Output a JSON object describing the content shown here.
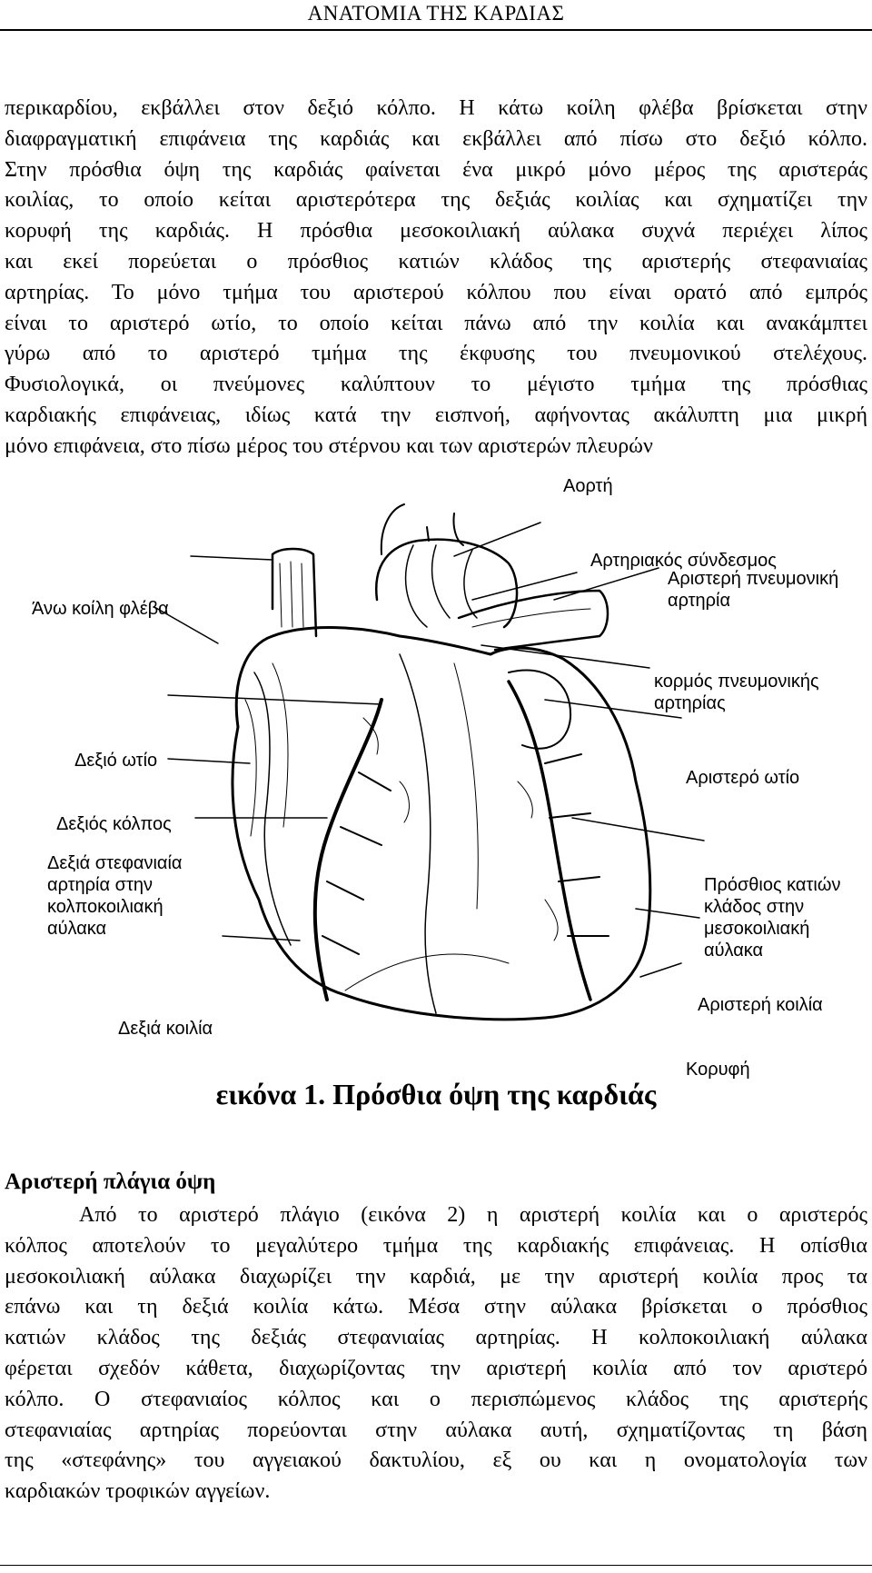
{
  "header": {
    "title": "ΑΝΑΤΟΜΙΑ ΤΗΣ ΚΑΡΔΙΑΣ"
  },
  "paragraph1": {
    "lines": [
      "περικαρδίου, εκβάλλει στον δεξιό κόλπο. Η κάτω κοίλη φλέβα βρίσκεται στην",
      "διαφραγματική επιφάνεια της καρδιάς και εκβάλλει από πίσω στο δεξιό κόλπο.",
      "Στην πρόσθια όψη της καρδιάς φαίνεται ένα μικρό μόνο μέρος της αριστεράς",
      "κοιλίας, το οποίο κείται αριστερότερα της δεξιάς κοιλίας και σχηματίζει την",
      "κορυφή της καρδιάς. Η πρόσθια μεσοκοιλιακή αύλακα συχνά περιέχει λίπος",
      "και εκεί πορεύεται ο πρόσθιος κατιών κλάδος της αριστερής στεφανιαίας",
      "αρτηρίας. Το μόνο τμήμα του αριστερού κόλπου που είναι ορατό από εμπρός",
      "είναι το αριστερό ωτίο, το οποίο κείται πάνω από την κοιλία και ανακάμπτει",
      "γύρω από το αριστερό τμήμα της έκφυσης του πνευμονικού στελέχους.",
      "Φυσιολογικά, οι πνεύμονες καλύπτουν το μέγιστο τμήμα της πρόσθιας",
      "καρδιακής επιφάνειας, ιδίως κατά την εισπνοή, αφήνοντας ακάλυπτη μια μικρή",
      "μόνο επιφάνεια, στο πίσω μέρος του στέρνου και των αριστερών πλευρών"
    ]
  },
  "figure": {
    "labels": {
      "aorta": "Αορτή",
      "ligamentum": "Αρτηριακός σύνδεσμος",
      "left_pulmonary_artery": "Αριστερή πνευμονική\nαρτηρία",
      "superior_vena_cava": "Άνω κοίλη φλέβα",
      "pulmonary_trunk": "κορμός πνευμονικής\nαρτηρίας",
      "right_auricle": "Δεξιό ωτίο",
      "left_auricle": "Αριστερό ωτίο",
      "right_atrium": "Δεξιός κόλπος",
      "right_coronary": "Δεξιά στεφανιαία\nαρτηρία στην\nκολποκοιλιακή\nαύλακα",
      "anterior_descending": "Πρόσθιος κατιών\nκλάδος στην\nμεσοκοιλιακή\nαύλακα",
      "left_ventricle": "Αριστερή κοιλία",
      "right_ventricle": "Δεξιά κοιλία",
      "apex": "Κορυφή"
    },
    "caption": "εικόνα 1. Πρόσθια όψη της καρδιάς"
  },
  "section2": {
    "heading": "Αριστερή πλάγια όψη",
    "lines": [
      "Από το αριστερό πλάγιο (εικόνα 2) η αριστερή κοιλία και ο αριστερός",
      "κόλπος αποτελούν το μεγαλύτερο τμήμα της καρδιακής επιφάνειας. Η οπίσθια",
      "μεσοκοιλιακή αύλακα διαχωρίζει την καρδιά, με την αριστερή κοιλία προς τα",
      "επάνω και τη δεξιά κοιλία κάτω. Μέσα στην αύλακα βρίσκεται ο πρόσθιος",
      "κατιών κλάδος της δεξιάς στεφανιαίας αρτηρίας. Η κολποκοιλιακή αύλακα",
      "φέρεται σχεδόν κάθετα, διαχωρίζοντας την αριστερή κοιλία από τον αριστερό",
      "κόλπο. Ο στεφανιαίος κόλπος και ο περισπώμενος κλάδος της αριστερής",
      "στεφανιαίας αρτηρίας πορεύονται στην αύλακα αυτή, σχηματίζοντας τη βάση",
      "της «στεφάνης» του αγγειακού δακτυλίου, εξ ου και η ονοματολογία των",
      "καρδιακών τροφικών αγγείων."
    ]
  }
}
